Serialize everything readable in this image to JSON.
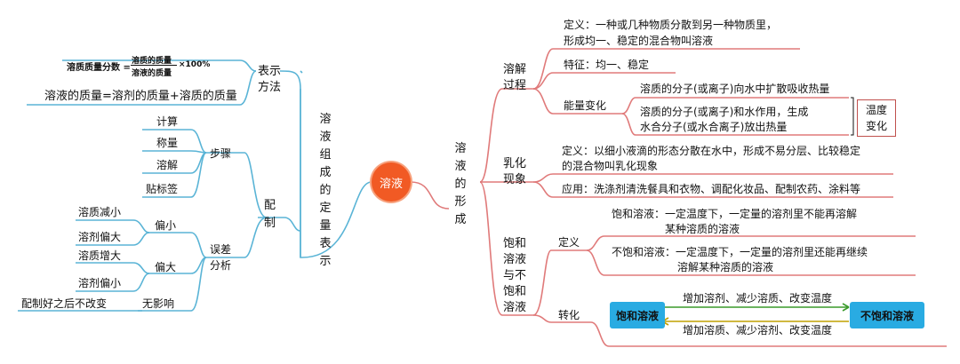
{
  "center": "溶液",
  "left": {
    "main": "溶液组成的定量表示",
    "biaoshi": {
      "label": "表示方法",
      "formula_lhs": "溶质质量分数",
      "formula_num": "溶质的质量",
      "formula_den": "溶液的质量",
      "formula_mult": "×100%",
      "mass_relation": "溶液的质量=溶剂的质量+溶质的质量"
    },
    "peizhi": {
      "label": "配制",
      "steps_label": "步骤",
      "steps": [
        "计算",
        "称量",
        "溶解",
        "贴标签"
      ],
      "error_label": "误差分析",
      "pianxiao": "偏小",
      "pianxiao_items": [
        "溶质减小",
        "溶剂偏大"
      ],
      "pianda": "偏大",
      "pianda_items": [
        "溶质增大",
        "溶剂偏小"
      ],
      "wuyingxiang": "无影响",
      "wuyingxiang_item": "配制好之后不改变"
    }
  },
  "right": {
    "main": "溶液的形成",
    "rongjie": {
      "label": "溶解过程",
      "dingyi": "定义：一种或几种物质分散到另一种物质里，",
      "dingyi2": "形成均一、稳定的混合物叫溶液",
      "tezheng": "特征：均一、稳定",
      "nengliang": "能量变化",
      "absorb": "溶质的分子(或离子)向水中扩散吸收热量",
      "release1": "溶质的分子(或离子)和水作用，生成",
      "release2": "水合分子(或水合离子)放出热量",
      "temp1": "温度",
      "temp2": "变化"
    },
    "ruhua": {
      "label": "乳化现象",
      "dingyi1": "定义：以细小液滴的形态分散在水中，形成不易分层、比较稳定",
      "dingyi2": "的混合物叫乳化现象",
      "yingyong": "应用：洗涤剂清洗餐具和衣物、调配化妆品、配制农药、涂料等"
    },
    "baohe": {
      "label": "饱和溶液与不饱和溶液",
      "dingyi": "定义",
      "bh1": "饱和溶液：一定温度下，一定量的溶剂里不能再溶解",
      "bh2": "某种溶质的溶液",
      "bbh1": "不饱和溶液：一定温度下，一定量的溶剂里还能再继续",
      "bbh2": "溶解某种溶质的溶液",
      "zhuanhua": "转化",
      "sat": "饱和溶液",
      "unsat": "不饱和溶液",
      "to_unsat": "增加溶剂、减少溶质、改变温度",
      "to_sat": "增加溶质、减少溶剂、改变温度"
    }
  },
  "colors": {
    "left_branch": "#5ab4d6",
    "right_branch": "#e07a7a",
    "center": "#f15a24",
    "pill": "#29abe2",
    "arrow_top": "#3a9a2a",
    "arrow_bottom": "#c0a000"
  }
}
